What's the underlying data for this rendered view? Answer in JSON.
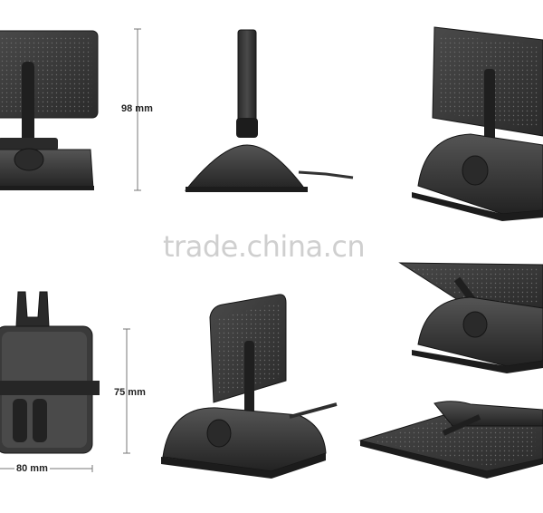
{
  "dimensions": {
    "height_front": "98 mm",
    "height_top": "75 mm",
    "width_top": "80 mm"
  },
  "watermark": "trade.china.cn",
  "colors": {
    "body": "#3a3a3a",
    "body_dark": "#1f1f1f",
    "body_light": "#5a5a5a",
    "dimension_line": "#777777"
  }
}
